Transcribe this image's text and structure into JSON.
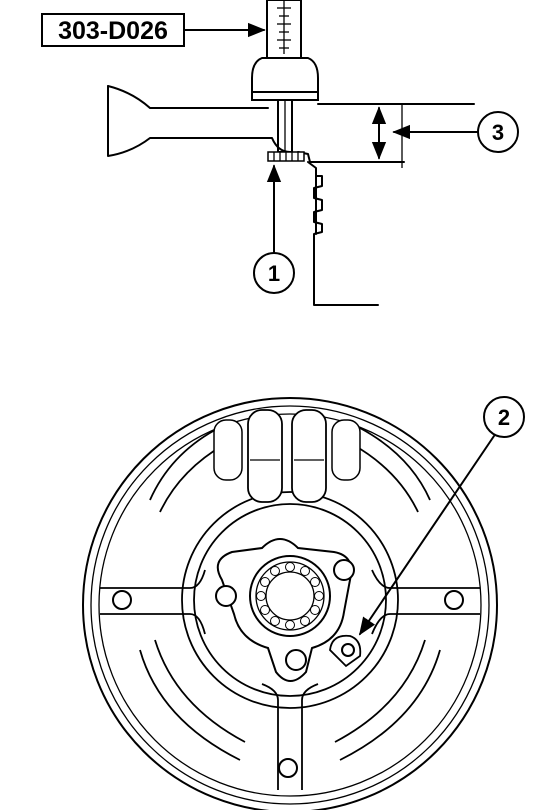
{
  "tool_label": "303-D026",
  "callouts": [
    "1",
    "2",
    "3"
  ],
  "colors": {
    "ink": "#000000",
    "paper": "#ffffff"
  }
}
